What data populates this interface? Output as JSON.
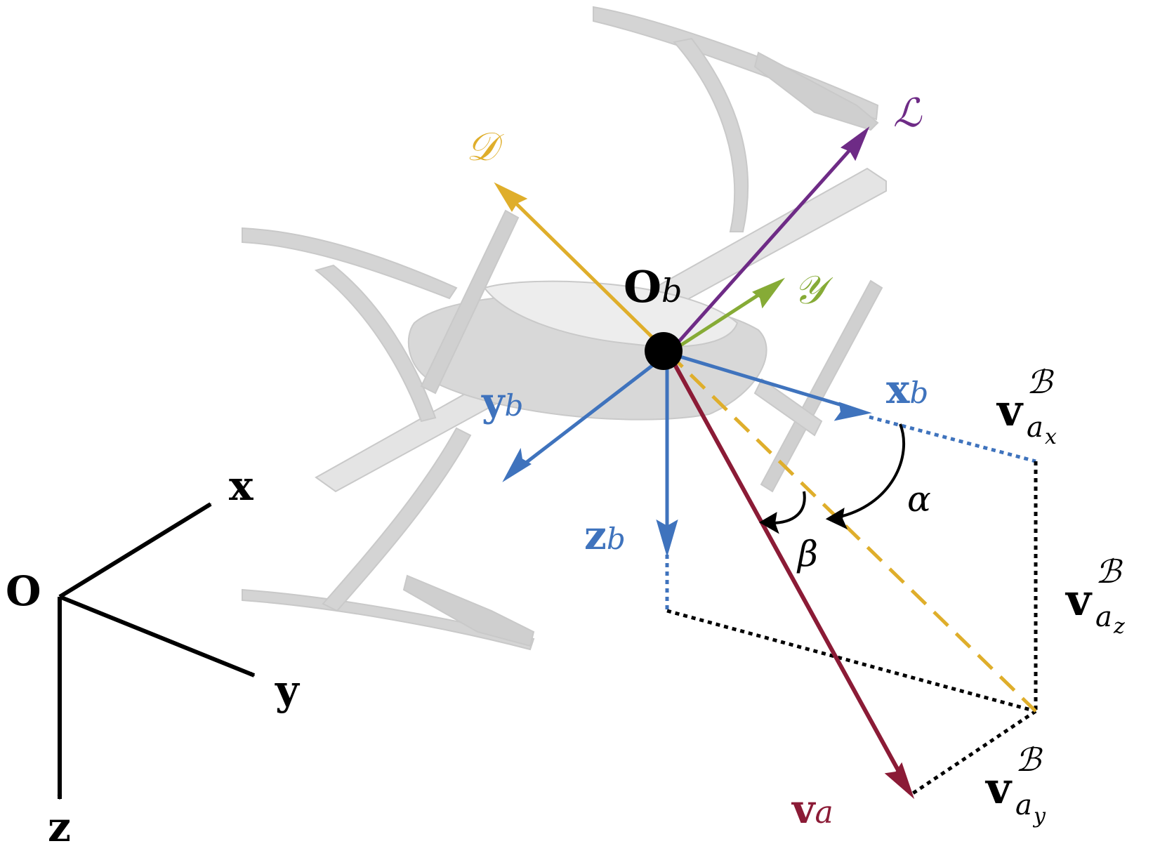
{
  "colors": {
    "black": "#000000",
    "blue": "#3f73bd",
    "gold": "#dfae2b",
    "purple": "#6e2b86",
    "green": "#86ab36",
    "crimson": "#8b1b36",
    "vehicle": "#d9d9d9"
  },
  "inertial_frame": {
    "origin": "O",
    "x": "x",
    "y": "y",
    "z": "z"
  },
  "body_frame": {
    "origin": "O",
    "origin_sub": "b",
    "x": "x",
    "x_sub": "b",
    "y": "y",
    "y_sub": "b",
    "z": "z",
    "z_sub": "b"
  },
  "forces": {
    "drag": "𝒟",
    "lift": "ℒ",
    "side": "𝒴"
  },
  "airspeed": {
    "v": "v",
    "sub": "a"
  },
  "angles": {
    "alpha": "α",
    "beta": "β"
  },
  "components": {
    "ax": {
      "v": "v",
      "sup": "ℬ",
      "sub_a": "a",
      "sub_axis": "x"
    },
    "az": {
      "v": "v",
      "sup": "ℬ",
      "sub_a": "a",
      "sub_axis": "z"
    },
    "ay": {
      "v": "v",
      "sup": "ℬ",
      "sub_a": "a",
      "sub_axis": "y"
    }
  }
}
